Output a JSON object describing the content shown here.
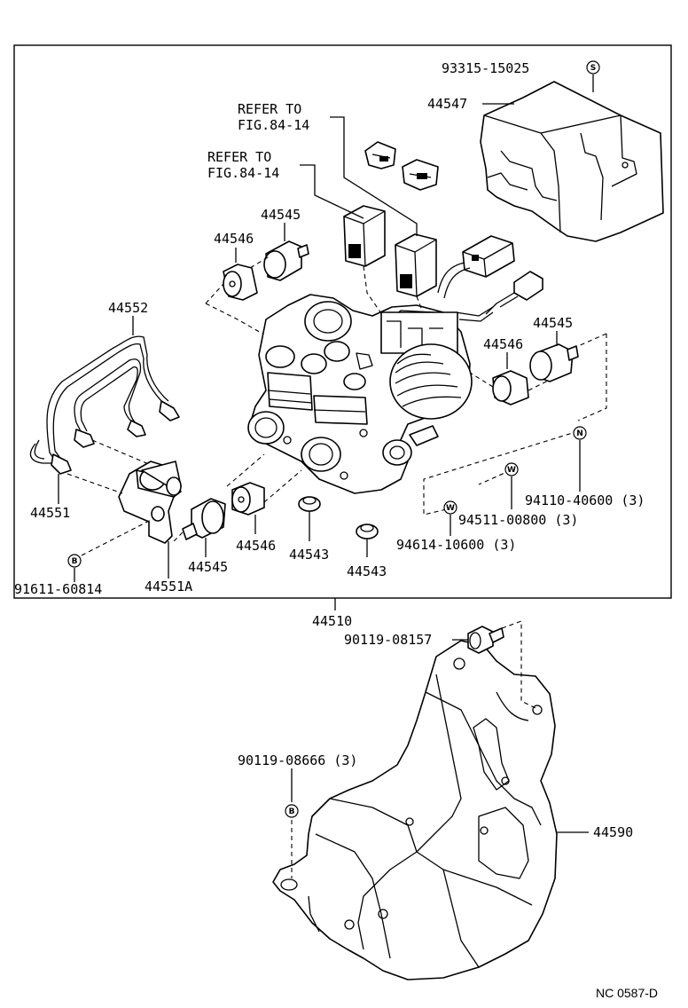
{
  "labels": {
    "p93315": "93315-15025",
    "p44547": "44547",
    "refer1_line1": "REFER TO",
    "refer1_line2": "FIG.84-14",
    "refer2_line1": "REFER TO",
    "refer2_line2": "FIG.84-14",
    "p44545_a": "44545",
    "p44546_a": "44546",
    "p44552": "44552",
    "p44545_b": "44545",
    "p44546_b": "44546",
    "p94110": "94110-40600 (3)",
    "p94511": "94511-00800 (3)",
    "p94614": "94614-10600 (3)",
    "p44551": "44551",
    "p44546_c": "44546",
    "p44543_a": "44543",
    "p44543_b": "44543",
    "p44545_c": "44545",
    "p44551A": "44551A",
    "p91611": "91611-60814",
    "p44510": "44510",
    "p90119_08157": "90119-08157",
    "p90119_08666": "90119-08666 (3)",
    "p44590": "44590",
    "footer_code": "NC 0587-D"
  },
  "symbols": {
    "s": "S",
    "n": "N",
    "w1": "W",
    "w2": "W",
    "b1": "B",
    "b2": "B"
  }
}
